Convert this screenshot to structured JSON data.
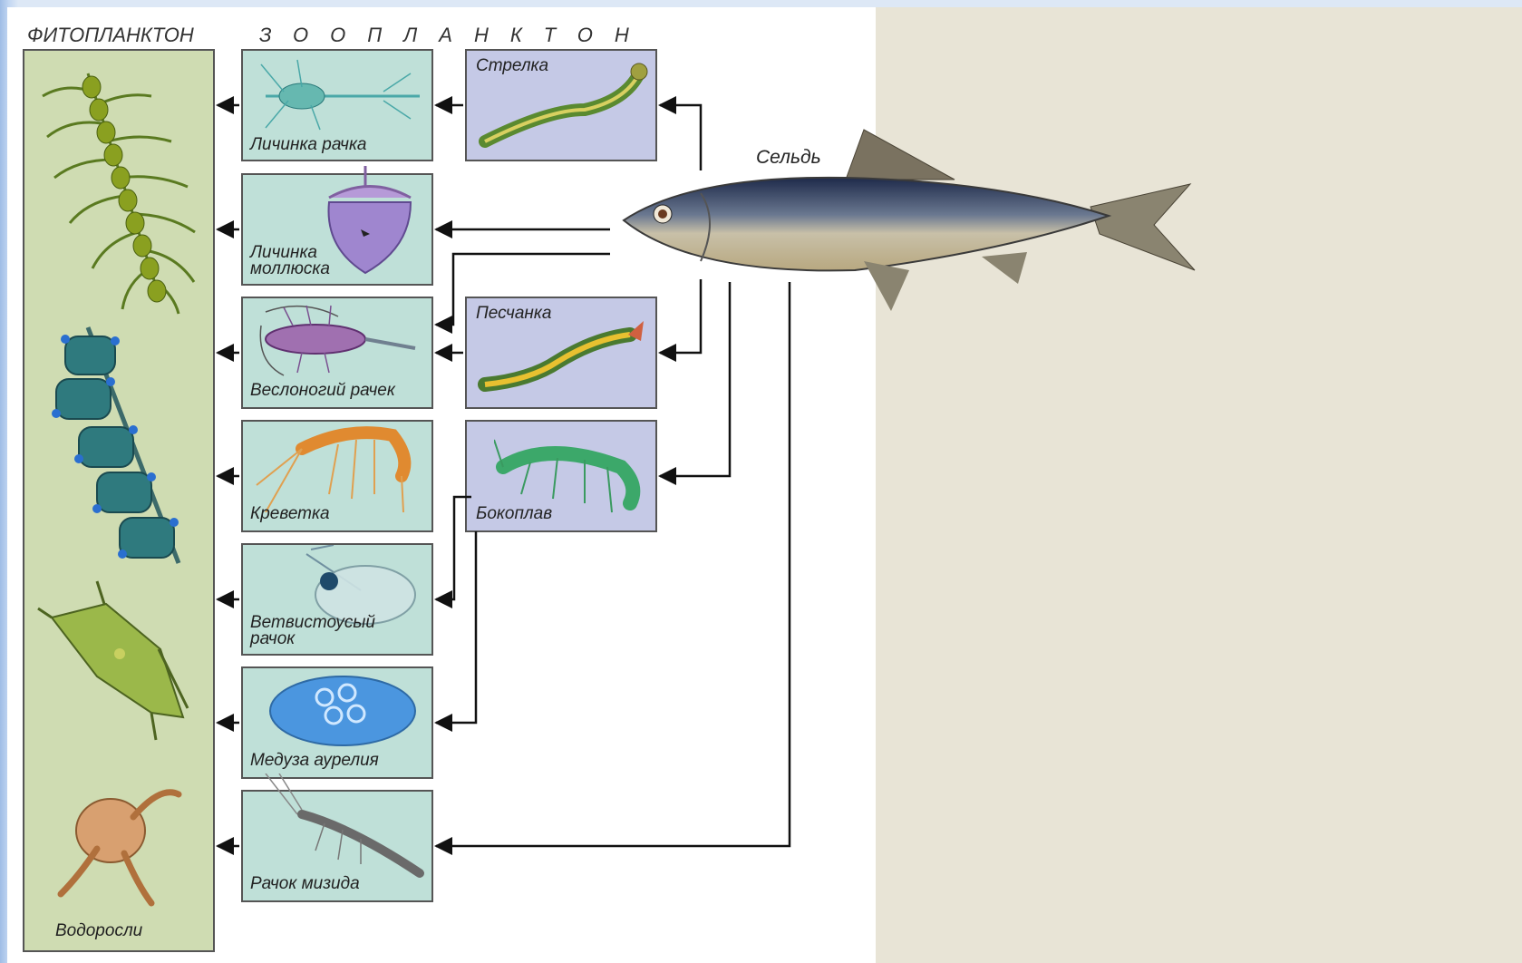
{
  "headers": {
    "phytoplankton": "ФИТОПЛАНКТОН",
    "zooplankton": "ЗООПЛАНКТОН"
  },
  "herring": {
    "label": "Сельдь"
  },
  "phytoplankton_box": {
    "label": "Водоросли"
  },
  "zooplankton": [
    {
      "label": "Личинка рачка"
    },
    {
      "label": "Личинка\nмоллюска"
    },
    {
      "label": "Веслоногий рачек"
    },
    {
      "label": "Креветка"
    },
    {
      "label": "Ветвистоусый\nрачок"
    },
    {
      "label": "Медуза аурелия"
    },
    {
      "label": "Рачок мизида"
    }
  ],
  "predators": [
    {
      "label": "Стрелка"
    },
    {
      "label": "Песчанка"
    },
    {
      "label": "Бокоплав"
    }
  ],
  "colors": {
    "phyto_bg": "#cfdcb2",
    "zoo_bg": "#bfe0d8",
    "predator_bg": "#c5c9e6",
    "right_panel": "#e8e4d6"
  }
}
